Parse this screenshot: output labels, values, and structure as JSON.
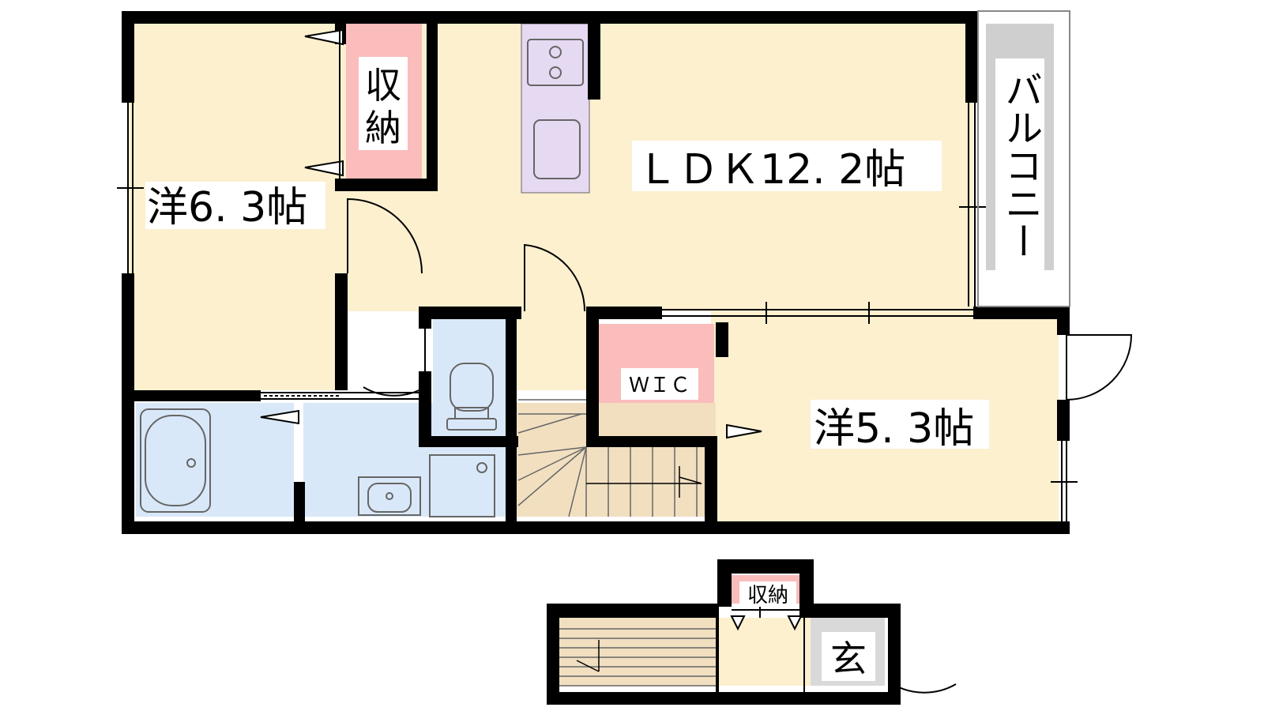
{
  "floor_plan": {
    "upper_floor": {
      "rooms": {
        "western_room_a": {
          "label": "洋6. 3帖",
          "fill": "#fdf0cf"
        },
        "ldk": {
          "label": "ＬＤＫ12. 2帖",
          "fill": "#fdf0cf"
        },
        "western_room_b": {
          "label": "洋5. 3帖",
          "fill": "#fdf0cf"
        },
        "closet": {
          "label_line1": "収",
          "label_line2": "納",
          "fill": "#fbbcbc"
        },
        "walk_in_closet": {
          "label": "ＷＩＣ",
          "fill": "#fbbcbc"
        },
        "balcony": {
          "label": "バルコニー",
          "fill": "#cfcfcf"
        },
        "kitchen": {
          "fill": "#e6d9f2"
        },
        "bathroom": {
          "fill": "#d9e8f8"
        },
        "washroom": {
          "fill": "#d9e8f8"
        },
        "toilet": {
          "fill": "#d9e8f8"
        },
        "stairs": {
          "fill": "#f1dfc0"
        }
      }
    },
    "lower_floor": {
      "rooms": {
        "storage": {
          "label": "収納",
          "fill": "#fbbcbc"
        },
        "entrance": {
          "label": "玄",
          "fill": "#d9d9d9"
        },
        "hall": {
          "fill": "#fdf0cf"
        },
        "stairs": {
          "fill": "#f1dfc0"
        }
      }
    },
    "colors": {
      "wall": "#000000",
      "background": "#ffffff"
    }
  }
}
